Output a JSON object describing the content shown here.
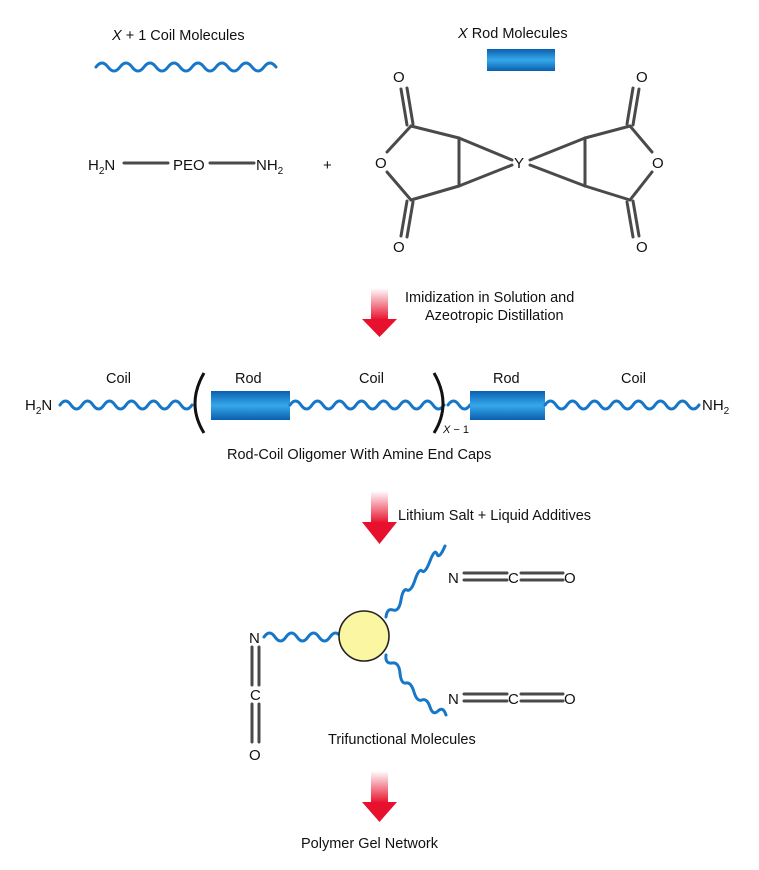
{
  "colors": {
    "coil": "#1677c9",
    "rod_dark": "#0a5fb0",
    "rod_light": "#36a8ea",
    "bond": "#4a4a4a",
    "core_fill": "#faf6a2",
    "arrow_red": "#e8112d"
  },
  "reactants": {
    "coil_prefix": "X",
    "coil_label": " + 1 Coil Molecules",
    "rod_prefix": "X",
    "rod_label": " Rod Molecules",
    "h2n_h": "H",
    "h2n_sub": "2",
    "h2n_n": "N",
    "peo": "PEO",
    "nh2_nh": "NH",
    "nh2_sub": "2",
    "plus": "+",
    "atom_o": "O",
    "atom_y": "Y"
  },
  "steps": {
    "step1_line1": "Imidization in Solution and",
    "step1_line2": "Azeotropic Distillation",
    "step2": "Lithium Salt + Liquid Additives"
  },
  "oligomer": {
    "coil": "Coil",
    "rod": "Rod",
    "repeat_x": "X",
    "repeat_rest": " − 1",
    "end_left_h": "H",
    "end_left_sub": "2",
    "end_left_n": "N",
    "end_right_nh": "NH",
    "end_right_sub": "2",
    "caption": "Rod-Coil Oligomer With Amine End Caps"
  },
  "trifunctional": {
    "atom_n": "N",
    "atom_c": "C",
    "atom_o": "O",
    "caption": "Trifunctional Molecules"
  },
  "product": {
    "caption": "Polymer Gel Network"
  }
}
